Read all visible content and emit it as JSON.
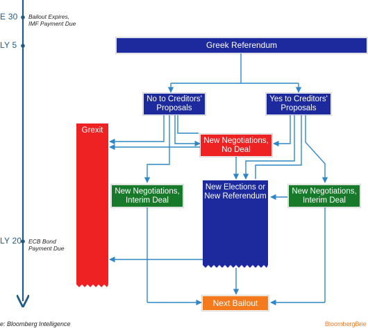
{
  "timeline": {
    "markers": [
      {
        "label": "E 30",
        "note": "Bailout Expires,\nIMF Payment Due"
      },
      {
        "label": "LY 5",
        "note": ""
      },
      {
        "label": "LY 20",
        "note": "ECB Bond\nPayment Due"
      }
    ]
  },
  "nodes": {
    "referendum": "Greek Referendum",
    "no_to_creditors": "No to Creditors'\nProposals",
    "yes_to_creditors": "Yes to Creditors'\nProposals",
    "grexit": "Grexit",
    "negotiations_no_deal": "New Negotiations,\nNo Deal",
    "negotiations_interim_left": "New Negotiations,\nInterim Deal",
    "negotiations_interim_right": "New Negotiations,\nInterim Deal",
    "elections": "New Elections or\nNew Referendum",
    "next_bailout": "Next Bailout"
  },
  "colors": {
    "navy": "#1d2a9e",
    "red": "#ee2222",
    "green": "#177a2a",
    "orange": "#f47a1e",
    "line": "#2f86c6",
    "timeline": "#1f5a86"
  },
  "footer": {
    "source": "e: Bloomberg Intelligence",
    "brand": "BloombergBrie"
  }
}
